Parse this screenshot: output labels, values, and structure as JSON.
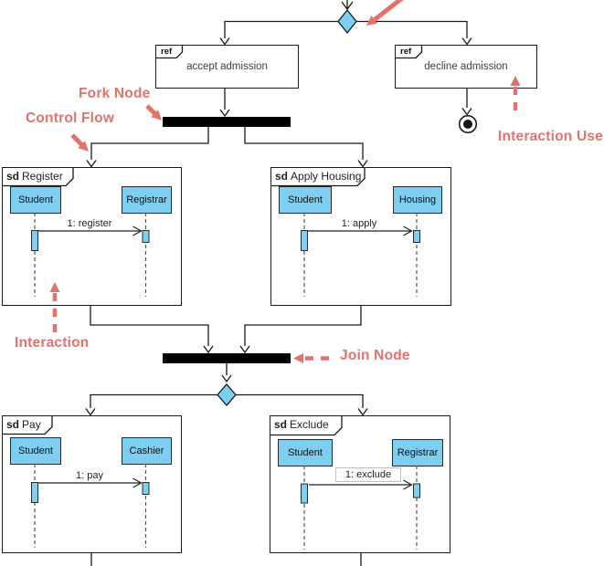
{
  "colors": {
    "accent": "#E0736C",
    "node_fill": "#7DCEF0",
    "bar_fill": "#000000"
  },
  "annotations": {
    "fork_node": "Fork Node",
    "control_flow": "Control Flow",
    "interaction": "Interaction",
    "interaction_use": "Interaction Use",
    "join_node": "Join Node"
  },
  "ref_frames": [
    {
      "keyword": "ref",
      "label": "accept admission"
    },
    {
      "keyword": "ref",
      "label": "decline admission"
    }
  ],
  "sd_frames": [
    {
      "keyword": "sd",
      "name": "Register",
      "lifelines": [
        "Student",
        "Registrar"
      ],
      "message": "1: register"
    },
    {
      "keyword": "sd",
      "name": "Apply Housing",
      "lifelines": [
        "Student",
        "Housing"
      ],
      "message": "1: apply"
    },
    {
      "keyword": "sd",
      "name": "Pay",
      "lifelines": [
        "Student",
        "Cashier"
      ],
      "message": "1: pay"
    },
    {
      "keyword": "sd",
      "name": "Exclude",
      "lifelines": [
        "Student",
        "Registrar"
      ],
      "message": "1: exclude"
    }
  ]
}
